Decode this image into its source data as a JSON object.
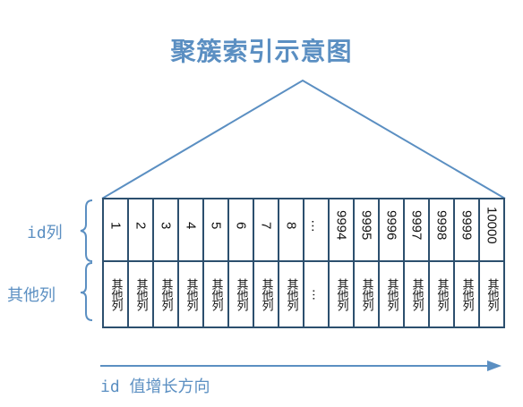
{
  "title": "聚簇索引示意图",
  "labels": {
    "id_row": "id列",
    "other_row": "其他列"
  },
  "id_values": [
    "1",
    "2",
    "3",
    "4",
    "5",
    "6",
    "7",
    "8",
    "…",
    "9994",
    "9995",
    "9996",
    "9997",
    "9998",
    "9999",
    "10000"
  ],
  "other_value": "其他列",
  "ellipsis": "…",
  "footer": "id 值增长方向",
  "colors": {
    "accent": "#5b8fc2",
    "grid": "#2c4f6e"
  }
}
